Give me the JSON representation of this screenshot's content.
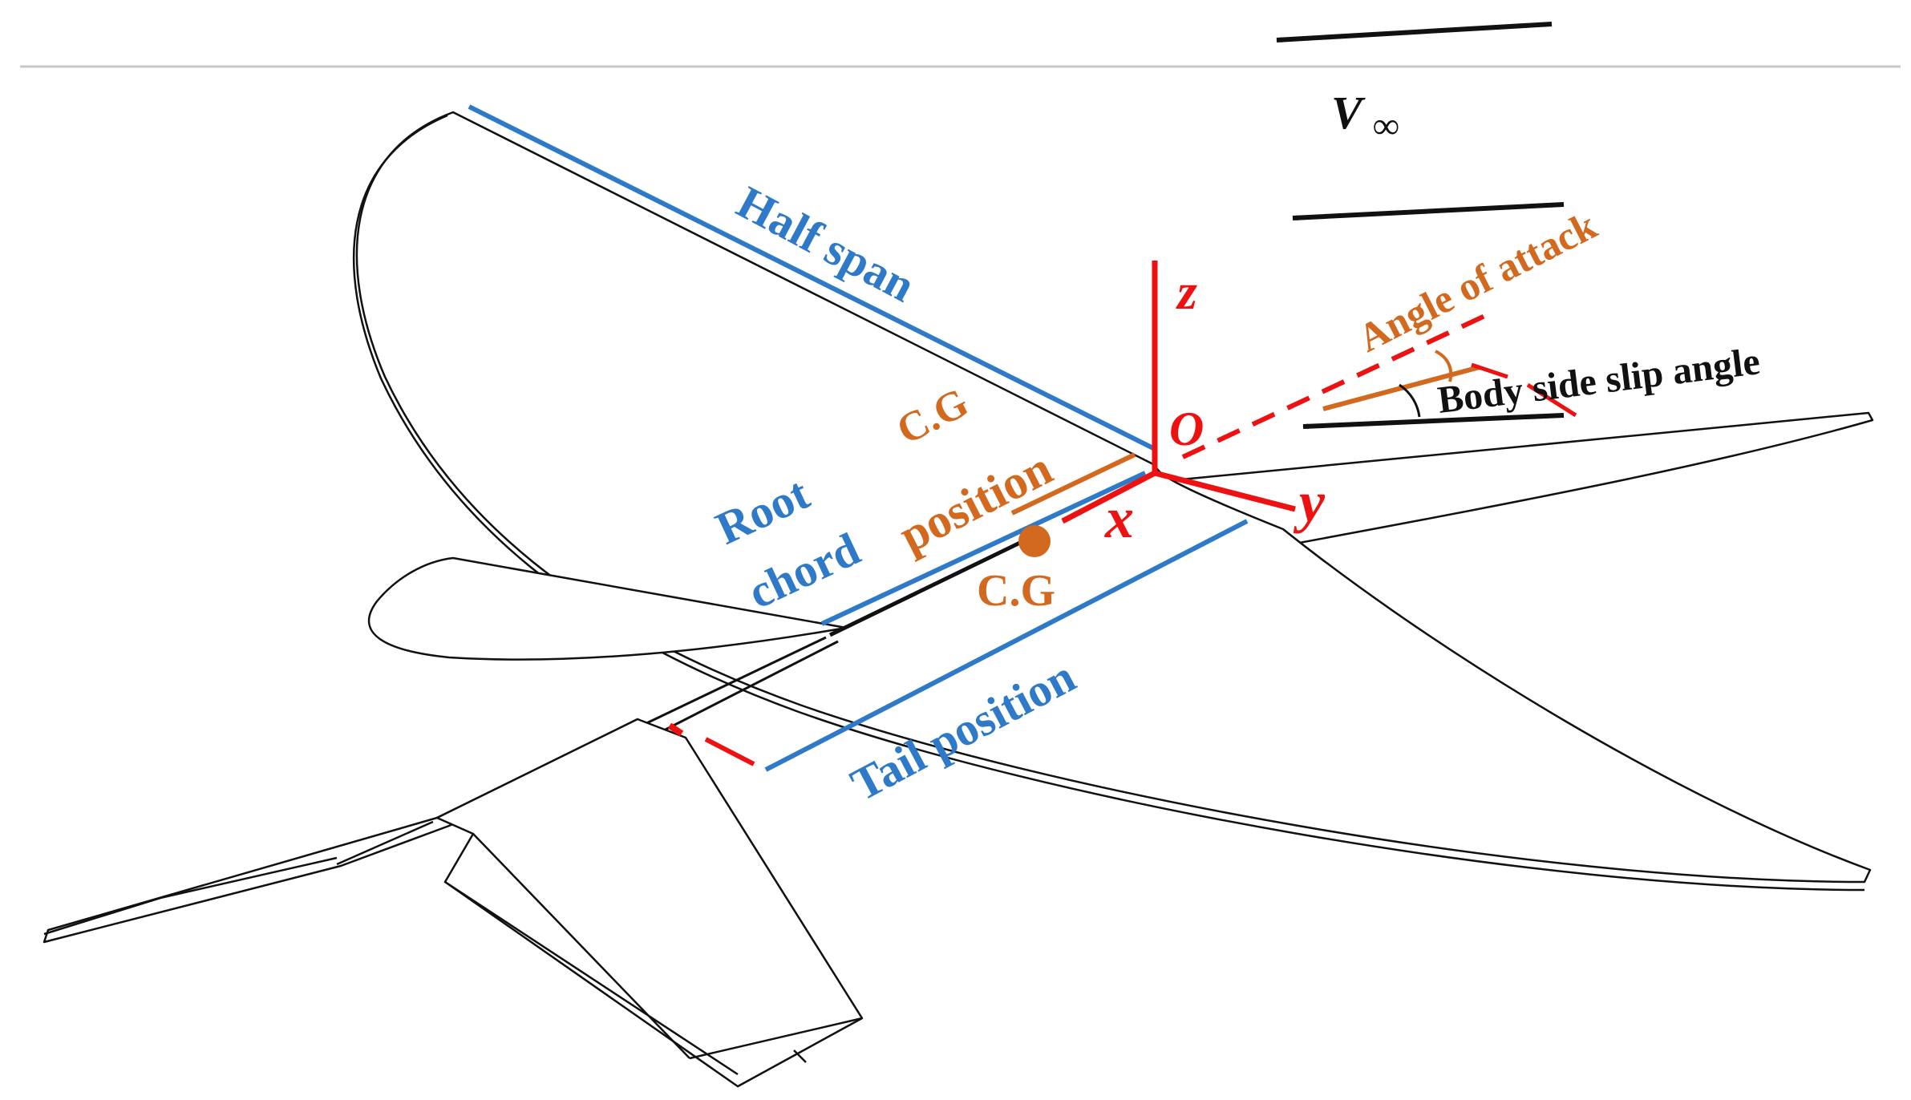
{
  "diagram": {
    "labels": {
      "freestream": "V",
      "infinity": "∞",
      "half_span": "Half span",
      "angle_of_attack": "Angle of attack",
      "body_side_slip_angle": "Body side slip angle",
      "origin": "O",
      "axis_x": "x",
      "axis_y": "y",
      "axis_z": "z",
      "cg_position_line1": "C.G",
      "cg_position_line2": "position",
      "cg_point": "C.G",
      "root_chord_line1": "Root",
      "root_chord_line2": "chord",
      "tail_position": "Tail position"
    },
    "colors": {
      "blue": "#2f7ac8",
      "orange": "#d2691e",
      "red": "#ee1111",
      "black": "#111111",
      "separator": "#c8c8c8"
    }
  }
}
